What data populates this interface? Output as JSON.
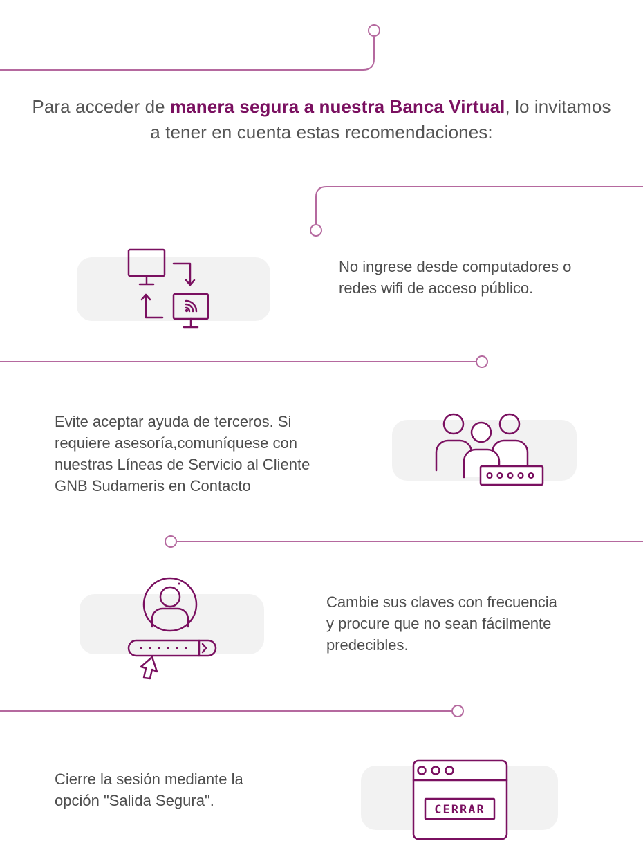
{
  "intro": {
    "before": "Para acceder de ",
    "highlight": "manera segura a nuestra Banca Virtual",
    "after": ", lo invitamos a tener en cuenta estas recomendaciones:"
  },
  "tips": [
    {
      "text": "No ingrese desde computadores o redes wifi de acceso público.",
      "icon": "monitor-wifi-transfer-icon"
    },
    {
      "text": "Evite aceptar ayuda de terceros. Si requiere asesoría,comuníquese con nuestras Líneas de Servicio al Cliente GNB Sudameris en Contacto",
      "icon": "people-password-icon"
    },
    {
      "text": "Cambie sus claves con frecuencia y procure que no sean fácilmente predecibles.",
      "icon": "user-login-icon"
    },
    {
      "text": "Cierre la sesión mediante la opción \"Salida Segura\".",
      "icon": "browser-close-window-icon"
    }
  ],
  "close_window": {
    "button_label": "CERRAR"
  },
  "colors": {
    "accent": "#7a1060",
    "line": "#b5699f",
    "card": "#f2f2f2",
    "text": "#4d4d4d"
  }
}
